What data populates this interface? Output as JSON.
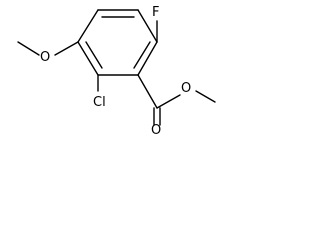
{
  "molecule": {
    "atoms": {
      "fluorine": "F",
      "chlorine": "Cl",
      "ester_carbonyl_oxygen": "O",
      "ester_alkoxy_oxygen": "O",
      "methoxy_oxygen": "O"
    }
  }
}
